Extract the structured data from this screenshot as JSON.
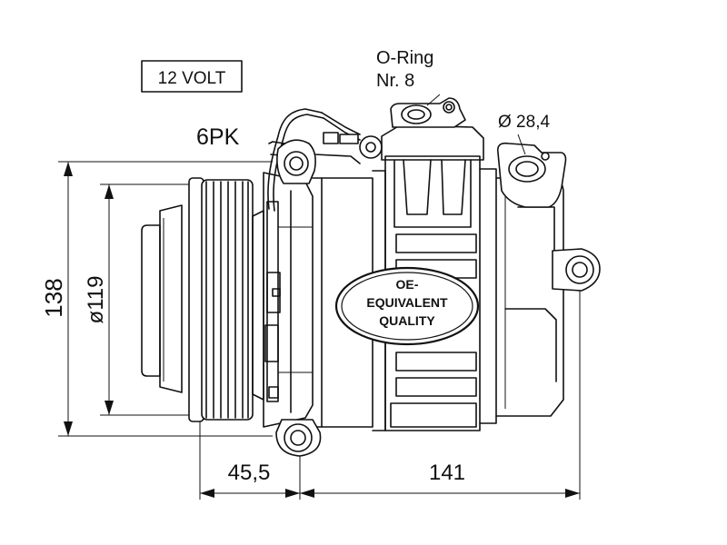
{
  "labels": {
    "voltage": "12 VOLT",
    "oring_line1": "O-Ring",
    "oring_line2": "Nr. 8",
    "port_diameter": "Ø 28,4",
    "belt": "6PK",
    "oe_line1": "OE-",
    "oe_line2": "EQUIVALENT",
    "oe_line3": "QUALITY"
  },
  "dimensions": {
    "height_overall": "138",
    "pulley_diameter": "ø119",
    "clutch_depth": "45,5",
    "body_length": "141"
  }
}
